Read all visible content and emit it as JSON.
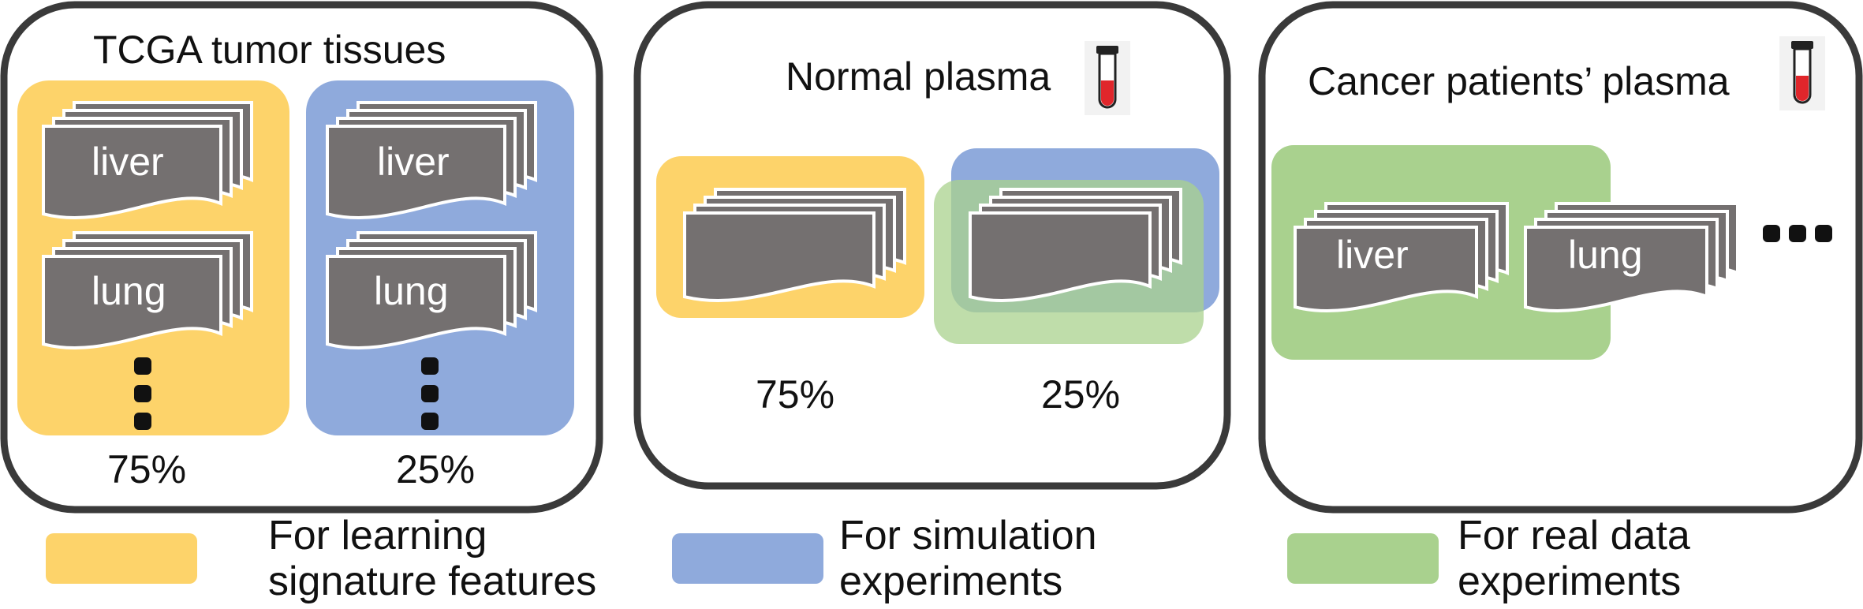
{
  "colors": {
    "frame": "#3a3a3a",
    "yellow": "#fdd36a",
    "blue": "#8faadc",
    "green": "#a9d18e",
    "doc": "#747070",
    "tube_red": "#e0262b"
  },
  "panel_tcga": {
    "title": "TCGA tumor tissues",
    "left_pct": "75%",
    "right_pct": "25%",
    "doc_liver": "liver",
    "doc_lung": "lung"
  },
  "panel_normal": {
    "title": "Normal plasma",
    "icon": "blood-tube-icon",
    "left_pct": "75%",
    "right_pct": "25%"
  },
  "panel_cancer": {
    "title": "Cancer patients’ plasma",
    "icon": "blood-tube-icon",
    "doc_liver": "liver",
    "doc_lung": "lung"
  },
  "legend": [
    {
      "color": "yellow",
      "text": "For learning signature  features"
    },
    {
      "color": "blue",
      "text": "For simulation experiments"
    },
    {
      "color": "green",
      "text": "For real data experiments"
    }
  ]
}
